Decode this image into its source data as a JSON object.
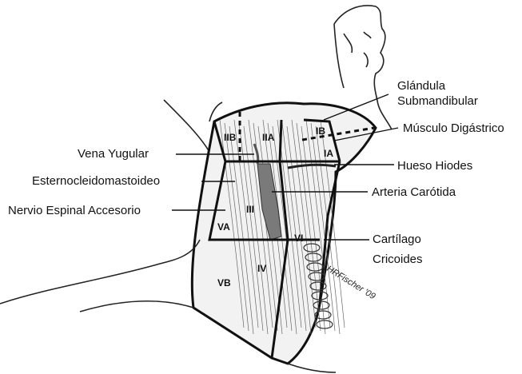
{
  "labels": {
    "glandula": [
      "Glándula",
      "Submandibular"
    ],
    "digastrico": "Músculo Digástrico",
    "vena_yugular": "Vena Yugular",
    "hueso_hiodes": "Hueso Hiodes",
    "esterno": "Esternocleidomastoideo",
    "arteria": "Arteria Carótida",
    "nervio": "Nervio Espinal Accesorio",
    "cartilago": [
      "Cartílago",
      "Cricoides"
    ]
  },
  "levels": {
    "ib": "IB",
    "ia": "IA",
    "iib": "IIB",
    "iia": "IIA",
    "iii": "III",
    "iv": "IV",
    "va": "VA",
    "vb": "VB",
    "vi": "VI"
  },
  "signature": "HRFischer '09",
  "colors": {
    "line": "#111111",
    "muscle": "#555555",
    "skin_fill": "#f4f4f4",
    "vessel": "#777777"
  }
}
